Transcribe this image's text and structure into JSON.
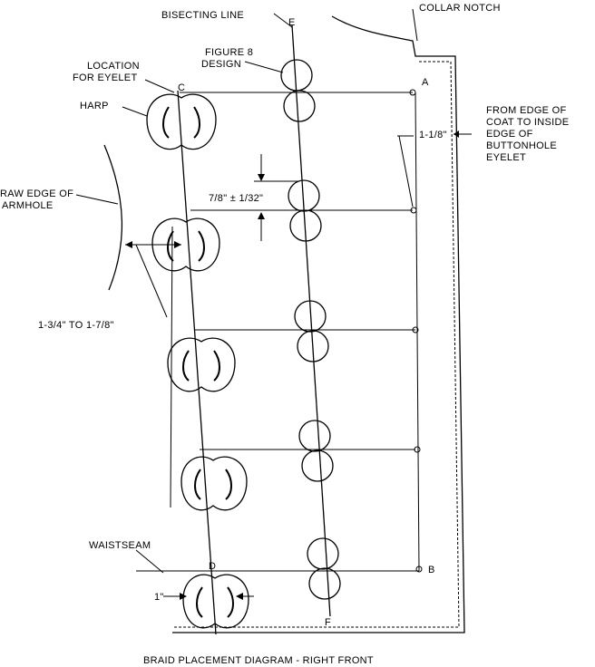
{
  "labels": {
    "bisecting_line": "BISECTING LINE",
    "collar_notch": "COLLAR NOTCH",
    "location_line1": "LOCATION",
    "location_line2": "FOR EYELET",
    "figure8_line1": "FIGURE 8",
    "figure8_line2": "DESIGN",
    "harp": "HARP",
    "raw_edge_line1": "RAW EDGE OF",
    "raw_edge_line2": "ARMHOLE",
    "from_edge_line1": "FROM EDGE OF",
    "from_edge_line2": "COAT TO INSIDE",
    "from_edge_line3": "EDGE OF",
    "from_edge_line4": "BUTTONHOLE",
    "from_edge_line5": "EYELET",
    "dim_1_1_8": "1-1/8\"",
    "dim_7_8": "7/8\" ± 1/32\"",
    "dim_1_3_4": "1-3/4\" TO 1-7/8\"",
    "waistseam": "WAISTSEAM",
    "dim_1": "1\"",
    "title": "BRAID PLACEMENT DIAGRAM - RIGHT FRONT"
  },
  "points": {
    "a": "A",
    "b": "B",
    "c": "C",
    "d": "D",
    "e": "E",
    "f": "F"
  }
}
